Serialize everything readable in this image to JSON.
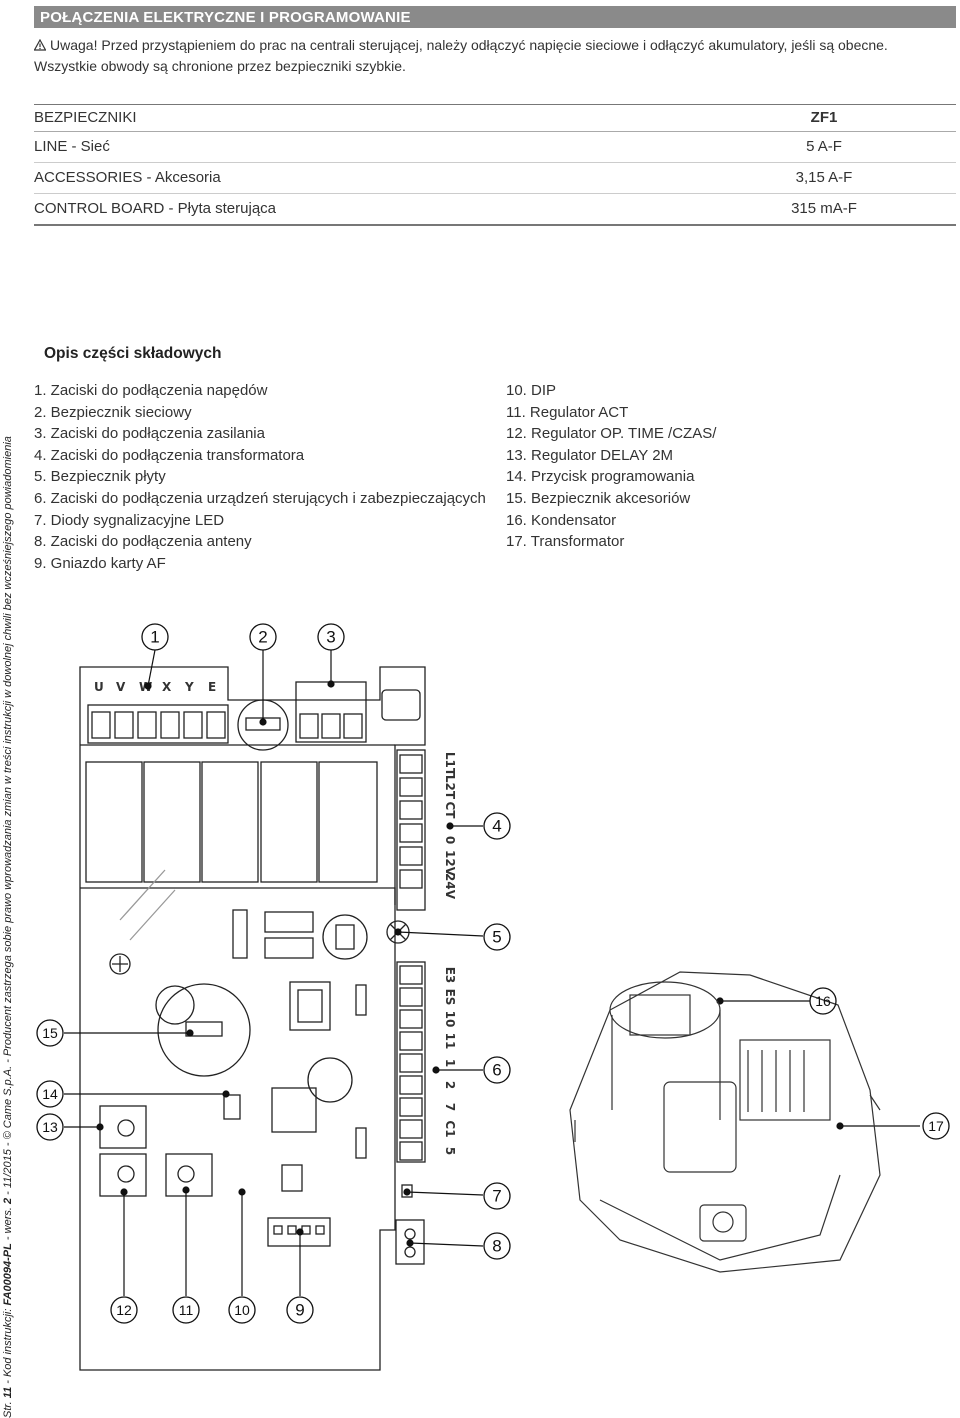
{
  "header": {
    "title": "POŁĄCZENIA ELEKTRYCZNE I PROGRAMOWANIE"
  },
  "warning": {
    "line1": "Uwaga! Przed przystąpieniem do prac na centrali sterującej, należy odłączyć napięcie sieciowe i odłączyć akumulatory, jeśli są obecne.",
    "line2": "Wszystkie obwody są chronione przez bezpieczniki szybkie."
  },
  "fuses": {
    "header_label": "BEZPIECZNIKI",
    "header_value": "ZF1",
    "rows": [
      {
        "label": "LINE - Sieć",
        "value": "5 A-F"
      },
      {
        "label": "ACCESSORIES - Akcesoria",
        "value": "3,15 A-F"
      },
      {
        "label": "CONTROL BOARD - Płyta sterująca",
        "value": "315 mA-F"
      }
    ]
  },
  "parts": {
    "title": "Opis części składowych",
    "left": [
      "1. Zaciski do podłączenia napędów",
      "2. Bezpiecznik sieciowy",
      "3. Zaciski do podłączenia zasilania",
      "4. Zaciski do podłączenia transformatora",
      "5. Bezpiecznik płyty",
      "6. Zaciski do podłączenia urządzeń sterujących i zabezpieczających",
      "7. Diody sygnalizacyjne LED",
      "8. Zaciski do podłączenia anteny",
      "9. Gniazdo karty AF"
    ],
    "right": [
      "10. DIP",
      "11. Regulator ACT",
      "12. Regulator OP. TIME /CZAS/",
      "13. Regulator DELAY 2M",
      "14. Przycisk programowania",
      "15. Bezpiecznik akcesoriów",
      "16. Kondensator",
      "17. Transformator"
    ]
  },
  "side_text": {
    "prefix": "Str. ",
    "page": "11",
    "mid": " - Kod instrukcji: ",
    "code": "FA00094-PL",
    "ver_prefix": " - wers. ",
    "ver": "2",
    "rest": " - 11/2015 - © Came S.p.A. - Producent zastrzega sobie prawo wprowadzania zmian w treści instrukcji w dowolnej chwili bez wcześniejszego powiadomienia"
  },
  "diagram": {
    "callouts": [
      "1",
      "2",
      "3",
      "4",
      "5",
      "6",
      "7",
      "8",
      "9",
      "10",
      "11",
      "12",
      "13",
      "14",
      "15",
      "16",
      "17"
    ],
    "motor_terminals": [
      "U",
      "V",
      "W",
      "X",
      "Y",
      "E"
    ],
    "transformer_terminals": [
      "L1T",
      "L2T",
      "CT",
      "0",
      "12V",
      "24V"
    ],
    "control_terminals": [
      "E3",
      "ES",
      "10",
      "11",
      "1",
      "2",
      "7",
      "C1",
      "5"
    ]
  }
}
